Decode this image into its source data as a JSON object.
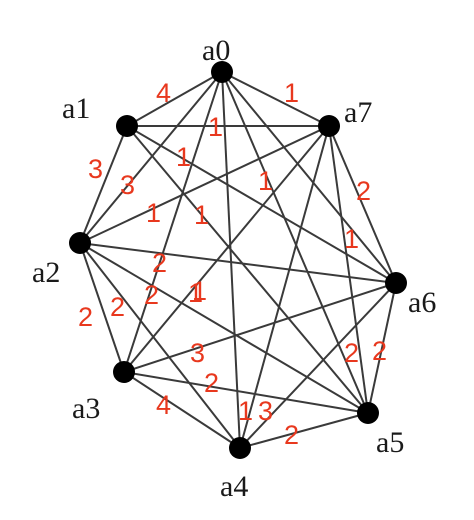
{
  "graph": {
    "nodes": [
      "a0",
      "a1",
      "a2",
      "a3",
      "a4",
      "a5",
      "a6",
      "a7"
    ],
    "edges": [
      [
        "a0",
        "a1"
      ],
      [
        "a0",
        "a7"
      ],
      [
        "a0",
        "a2"
      ],
      [
        "a0",
        "a3"
      ],
      [
        "a0",
        "a4"
      ],
      [
        "a0",
        "a5"
      ],
      [
        "a0",
        "a6"
      ],
      [
        "a1",
        "a7"
      ],
      [
        "a1",
        "a2"
      ],
      [
        "a1",
        "a5"
      ],
      [
        "a1",
        "a6"
      ],
      [
        "a2",
        "a7"
      ],
      [
        "a2",
        "a6"
      ],
      [
        "a2",
        "a3"
      ],
      [
        "a2",
        "a5"
      ],
      [
        "a2",
        "a4"
      ],
      [
        "a3",
        "a7"
      ],
      [
        "a3",
        "a6"
      ],
      [
        "a3",
        "a4"
      ],
      [
        "a3",
        "a5"
      ],
      [
        "a4",
        "a7"
      ],
      [
        "a4",
        "a6"
      ],
      [
        "a4",
        "a5"
      ],
      [
        "a5",
        "a7"
      ],
      [
        "a5",
        "a6"
      ],
      [
        "a6",
        "a7"
      ]
    ],
    "edge_weights": [
      "4",
      "1",
      "1",
      "1",
      "3",
      "3",
      "1",
      "1",
      "1",
      "1",
      "2",
      "1",
      "2",
      "2",
      "1",
      "2",
      "2",
      "3",
      "2",
      "4",
      "1",
      "3",
      "2",
      "2",
      "2"
    ],
    "colors": {
      "edge": "#3a3a3a",
      "node": "#000000",
      "weight": "#e8381e",
      "label": "#1a1a1a"
    }
  }
}
